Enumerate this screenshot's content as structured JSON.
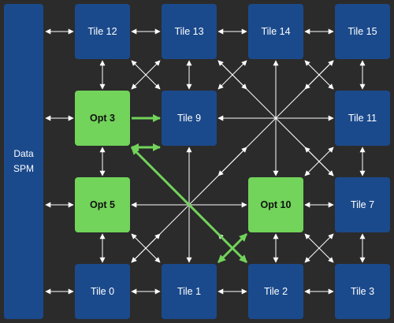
{
  "spm": {
    "line1": "Data",
    "line2": "SPM"
  },
  "tiles": {
    "t12": "Tile 12",
    "t13": "Tile 13",
    "t14": "Tile 14",
    "t15": "Tile 15",
    "opt3": "Opt 3",
    "t9": "Tile 9",
    "t11": "Tile 11",
    "opt5": "Opt 5",
    "opt10": "Opt 10",
    "t7": "Tile 7",
    "t0": "Tile 0",
    "t1": "Tile 1",
    "t2": "Tile 2",
    "t3": "Tile 3"
  },
  "colors": {
    "background": "#2b2b2b",
    "tile": "#1b4a8c",
    "optimized_tile": "#72d45a",
    "link": "#ffffff",
    "highlight_link": "#72d45a"
  }
}
